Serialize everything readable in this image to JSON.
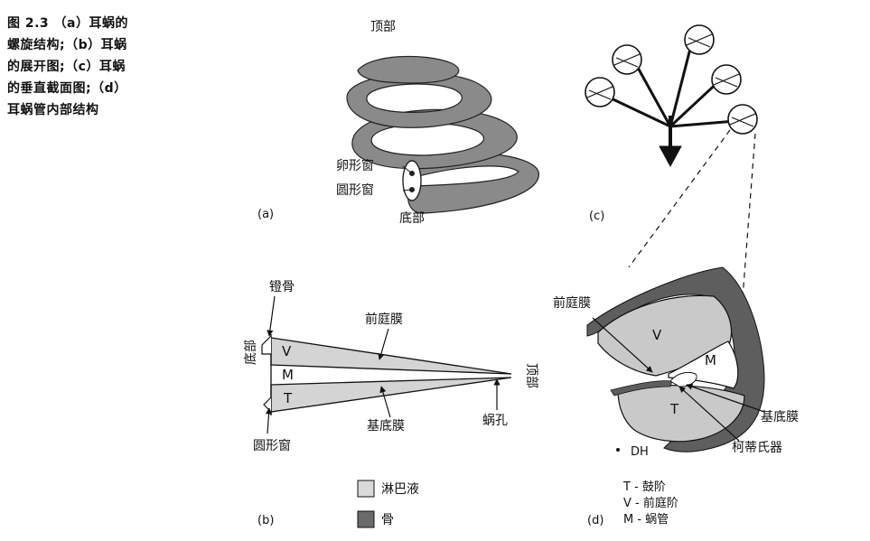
{
  "caption": {
    "lines": [
      "图 2.3 （a）耳蜗的",
      "螺旋结构;（b）耳蜗",
      "的展开图;（c）耳蜗",
      "的垂直截面图;（d）",
      "耳蜗管内部结构"
    ]
  },
  "panel_a": {
    "label": "(a)",
    "apex": "顶部",
    "oval_window": "卵形窗",
    "round_window": "圆形窗",
    "base": "底部"
  },
  "panel_b": {
    "label": "(b)",
    "stapes": "镫骨",
    "vestibular_membrane": "前庭膜",
    "base": "底部",
    "apex": "顶部",
    "v": "V",
    "m": "M",
    "t": "T",
    "basilar_membrane": "基底膜",
    "helicotrema": "蜗孔",
    "round_window": "圆形窗"
  },
  "panel_c": {
    "label": "(c)"
  },
  "panel_d": {
    "label": "(d)",
    "vestibular_membrane": "前庭膜",
    "v": "V",
    "m": "M",
    "t": "T",
    "basilar_membrane": "基底膜",
    "organ_of_corti": "柯蒂氏器",
    "dh": "DH"
  },
  "legend": {
    "items": [
      {
        "label": "淋巴液",
        "color": "#d9d9d9"
      },
      {
        "label": "骨",
        "color": "#6b6b6b"
      }
    ],
    "abbreviations": [
      "T - 鼓阶",
      "V - 前庭阶",
      "M - 蜗管"
    ]
  },
  "colors": {
    "fluid": "#c9c9c9",
    "bone": "#5e5e5e",
    "line": "#111111"
  }
}
